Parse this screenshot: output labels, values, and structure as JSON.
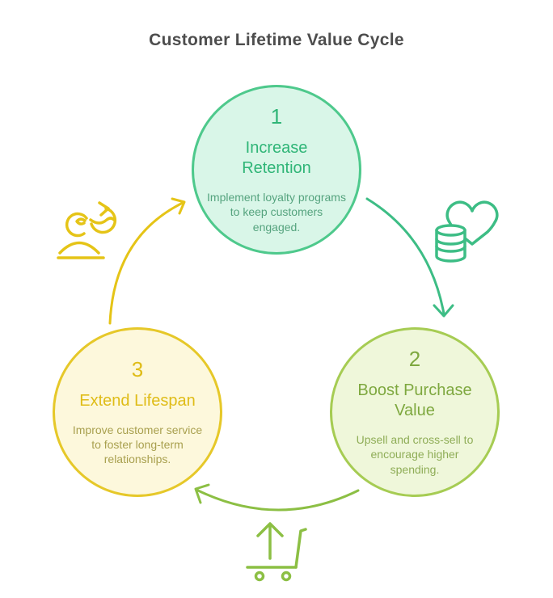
{
  "title": "Customer Lifetime Value Cycle",
  "steps": [
    {
      "number": "1",
      "title": "Increase Retention",
      "description": "Implement loyalty programs to keep customers engaged."
    },
    {
      "number": "2",
      "title": "Boost Purchase Value",
      "description": "Upsell and cross-sell to encourage higher spending."
    },
    {
      "number": "3",
      "title": "Extend Lifespan",
      "description": "Improve customer service to foster long-term relationships."
    }
  ],
  "transitions": [
    {
      "from": "1",
      "to": "2",
      "icon": "coins-heart-icon"
    },
    {
      "from": "2",
      "to": "3",
      "icon": "cart-up-arrow-icon"
    },
    {
      "from": "3",
      "to": "1",
      "icon": "person-renewal-icon"
    }
  ],
  "colors": {
    "title_text": "#4d4d4d",
    "step1_fill": "#d9f6e8",
    "step1_border": "#4ec98c",
    "step1_text": "#2fb577",
    "step1_desc": "#55a37e",
    "step1_arrow": "#3dbd85",
    "step2_fill": "#eff7da",
    "step2_border": "#a6cc53",
    "step2_text": "#7ea83f",
    "step2_desc": "#8fad57",
    "step2_arrow": "#8cbf44",
    "step3_fill": "#fdf8dc",
    "step3_border": "#e6c829",
    "step3_text": "#dfbc17",
    "step3_desc": "#a9a04f",
    "step3_arrow": "#e5c417"
  }
}
